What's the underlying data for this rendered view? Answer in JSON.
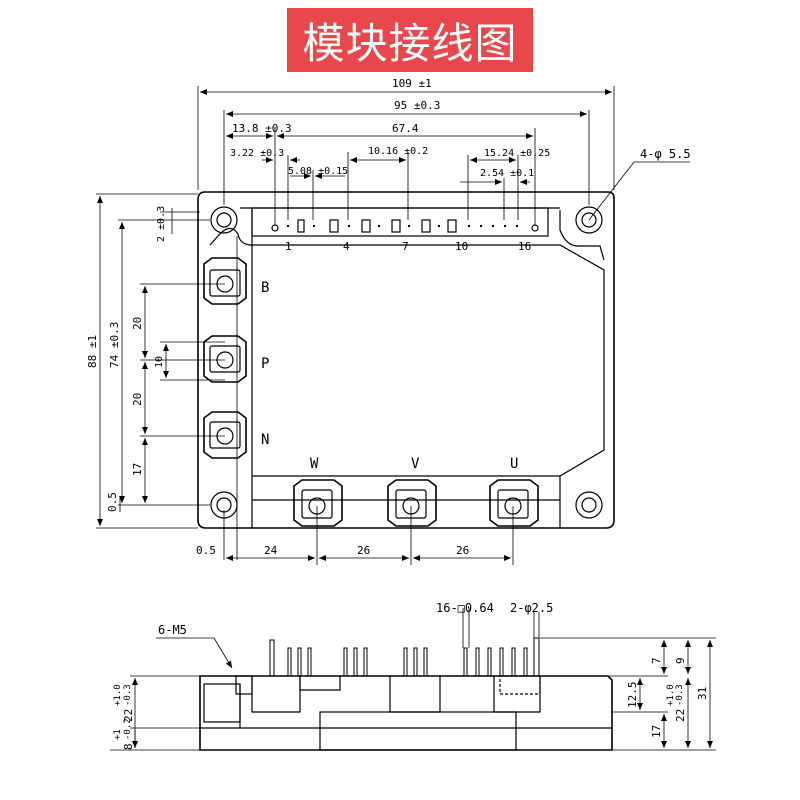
{
  "title": "模块接线图",
  "colors": {
    "title_bg": "#e8474c",
    "title_fg": "#ffffff",
    "line": "#000000"
  },
  "top_view": {
    "dims": {
      "overall_width": "109 ±1",
      "mount_pitch": "95 ±0.3",
      "pin_offset": "13.8 ±0.3",
      "pin_span": "67.4",
      "pin_a": "3.22 ±0.3",
      "pin_b": "5.08 ±0.15",
      "pin_c": "10.16 ±0.2",
      "pin_d": "15.24 ±0.25",
      "pin_e": "2.54 ±0.1",
      "holes": "4-φ 5.5",
      "height": "88 ±1",
      "hole_pitch_v": "74 ±0.3",
      "small_2": "2 ±0.3",
      "v20a": "20",
      "v10": "10",
      "v20b": "20",
      "v17": "17",
      "v05": "0.5",
      "h05": "0.5",
      "h24": "24",
      "h26a": "26",
      "h26b": "26"
    },
    "pin_labels": [
      "1",
      "4",
      "7",
      "10",
      "16"
    ],
    "terminals_left": [
      "B",
      "P",
      "N"
    ],
    "terminals_bottom": [
      "W",
      "V",
      "U"
    ]
  },
  "side_view": {
    "screw_label": "6-M5",
    "pin_count_label": "16-□0.64",
    "pin_dia_label": "2-φ2.5",
    "left_total": "22",
    "left_tol_top": "+1.0",
    "left_tol_bot": "-0.3",
    "left_base": "8",
    "left_base_tol_top": "+1",
    "left_base_tol_bot": "-0.2",
    "r7": "7",
    "r9": "9",
    "r125": "12.5",
    "r17": "17",
    "r22": "22",
    "r22_tol_top": "+1.0",
    "r22_tol_bot": "-0.3",
    "r31": "31"
  }
}
